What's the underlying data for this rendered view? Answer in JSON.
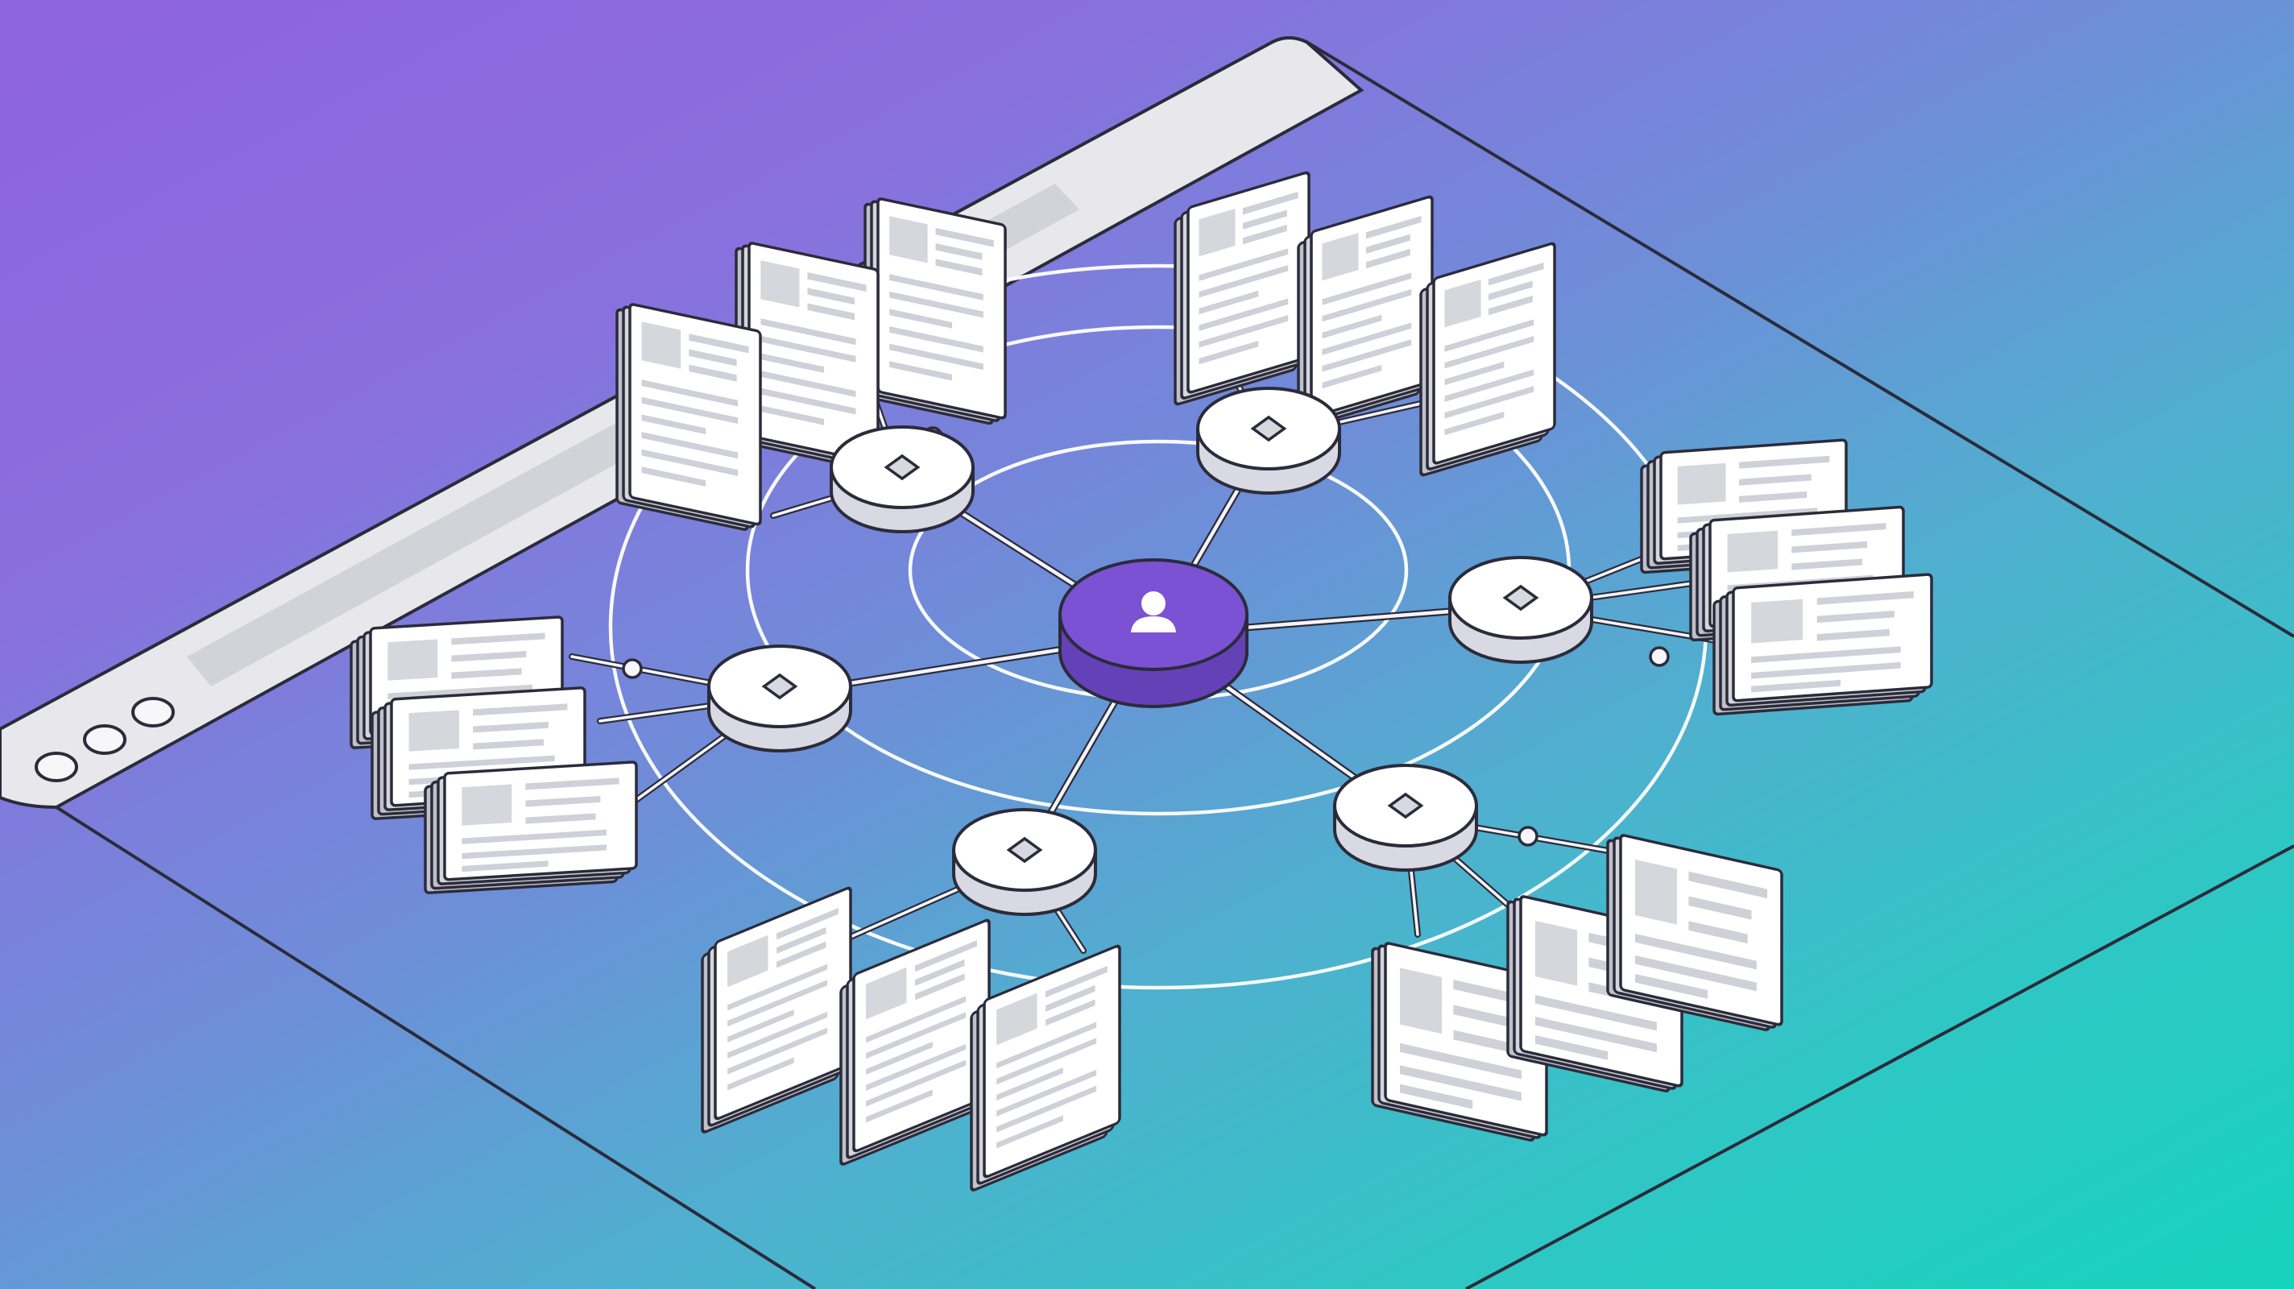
{
  "illustration": {
    "subject": "network-hub-diagram",
    "colors": {
      "gradient_start": "#8e63dd",
      "gradient_end": "#16d3bd",
      "hub_fill": "#7b52d3",
      "hub_side": "#6541b8",
      "node_fill": "#ffffff",
      "node_side": "#d9d9e3",
      "stroke": "#2b2b3a",
      "ring": "#ffffff",
      "browser_bar": "#e7e7ec",
      "card_fill": "#ffffff",
      "card_text_line": "#cfd0d8"
    },
    "browser_window": {
      "window_controls": [
        "circle",
        "circle",
        "circle"
      ]
    },
    "central_hub": {
      "icon": "user-icon"
    },
    "outer_nodes": [
      {
        "icon": "diamond-icon"
      },
      {
        "icon": "diamond-icon"
      },
      {
        "icon": "diamond-icon"
      },
      {
        "icon": "diamond-icon"
      },
      {
        "icon": "diamond-icon"
      },
      {
        "icon": "diamond-icon"
      }
    ]
  }
}
